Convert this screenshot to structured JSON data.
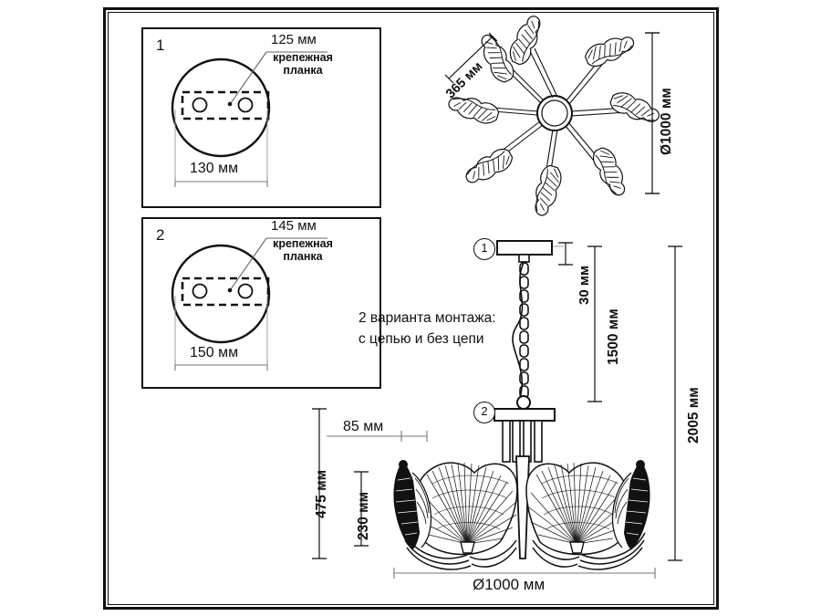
{
  "document": {
    "type": "technical-dimension-drawing",
    "subject": "chandelier",
    "units": "мм"
  },
  "panels": [
    {
      "number": "1",
      "plate_label": "125 мм",
      "bracket_label_line1": "крепежная",
      "bracket_label_line2": "планка",
      "base_diameter": "130 мм"
    },
    {
      "number": "2",
      "plate_label": "145 мм",
      "bracket_label_line1": "крепежная",
      "bracket_label_line2": "планка",
      "base_diameter": "150 мм"
    }
  ],
  "top_view": {
    "arm_length": "365 мм",
    "diameter": "Ø1000 мм",
    "arm_count": 8
  },
  "note": {
    "line1": "2 варианта монтажа:",
    "line2": "с цепью и без цепи"
  },
  "callouts": {
    "ceiling_mount": "1",
    "body_mount": "2"
  },
  "side_view": {
    "canopy_height": "30 мм",
    "chain_drop": "1500 мм",
    "total_height": "2005 мм",
    "fixture_height": "475 мм",
    "shade_height": "230 мм",
    "shade_offset": "85 мм",
    "diameter": "Ø1000 мм"
  },
  "colors": {
    "line": "#111111",
    "background": "#ffffff"
  }
}
